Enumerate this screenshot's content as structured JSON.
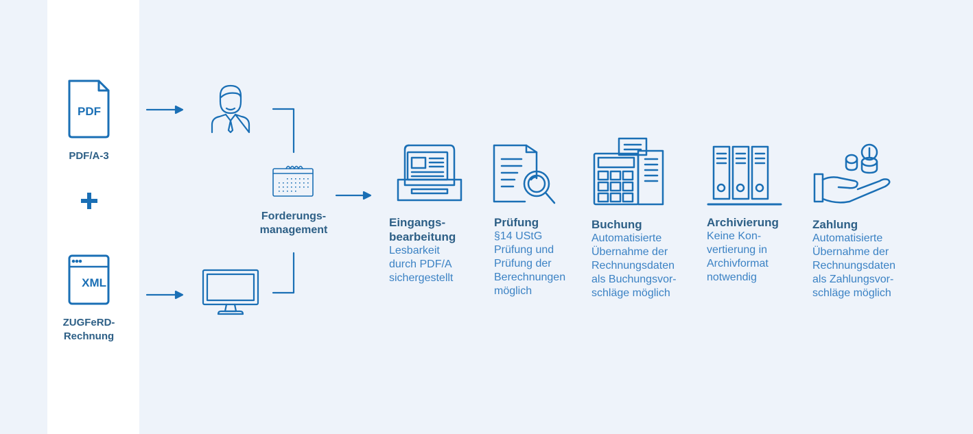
{
  "inputs": {
    "pdf": {
      "icon_text": "PDF",
      "label": "PDF/A-3",
      "icon": "pdf-file-icon"
    },
    "plus": {
      "icon": "plus-icon"
    },
    "xml": {
      "icon_text": "XML",
      "label_line1": "ZUGFeRD-",
      "label_line2": "Rechnung",
      "icon": "xml-file-icon"
    }
  },
  "middle": {
    "person_icon": "businessman-icon",
    "monitor_icon": "monitor-icon",
    "calendar_icon": "calendar-icon",
    "label_line1": "Forderungs-",
    "label_line2": "management"
  },
  "steps": [
    {
      "title_line1": "Eingangs-",
      "title_line2": "bearbeitung",
      "desc": "Lesbarkeit\ndurch PDF/A\nsichergestellt",
      "icon": "inbox-tray-icon"
    },
    {
      "title_line1": "Prüfung",
      "title_line2": "",
      "desc": "§14 UStG\nPrüfung und\nPrüfung der\nBerechnungen\nmöglich",
      "icon": "document-magnifier-icon"
    },
    {
      "title_line1": "Buchung",
      "title_line2": "",
      "desc": "Automatisierte\nÜbernahme der\nRechnungsdaten\nals Buchungsvor-\nschläge möglich",
      "icon": "calculator-documents-icon"
    },
    {
      "title_line1": "Archivierung",
      "title_line2": "",
      "desc": "Keine Kon-\nvertierung in\nArchivformat\nnotwendig",
      "icon": "archive-binders-icon"
    },
    {
      "title_line1": "Zahlung",
      "title_line2": "",
      "desc": "Automatisierte\nÜbernahme der\nRechnungsdaten\nals Zahlungsvor-\nschläge möglich",
      "icon": "hand-coins-icon"
    }
  ],
  "colors": {
    "primary": "#1a6fb5",
    "text_dark": "#2d5f86",
    "text_light": "#3b82c4",
    "background": "#eef3fa"
  }
}
